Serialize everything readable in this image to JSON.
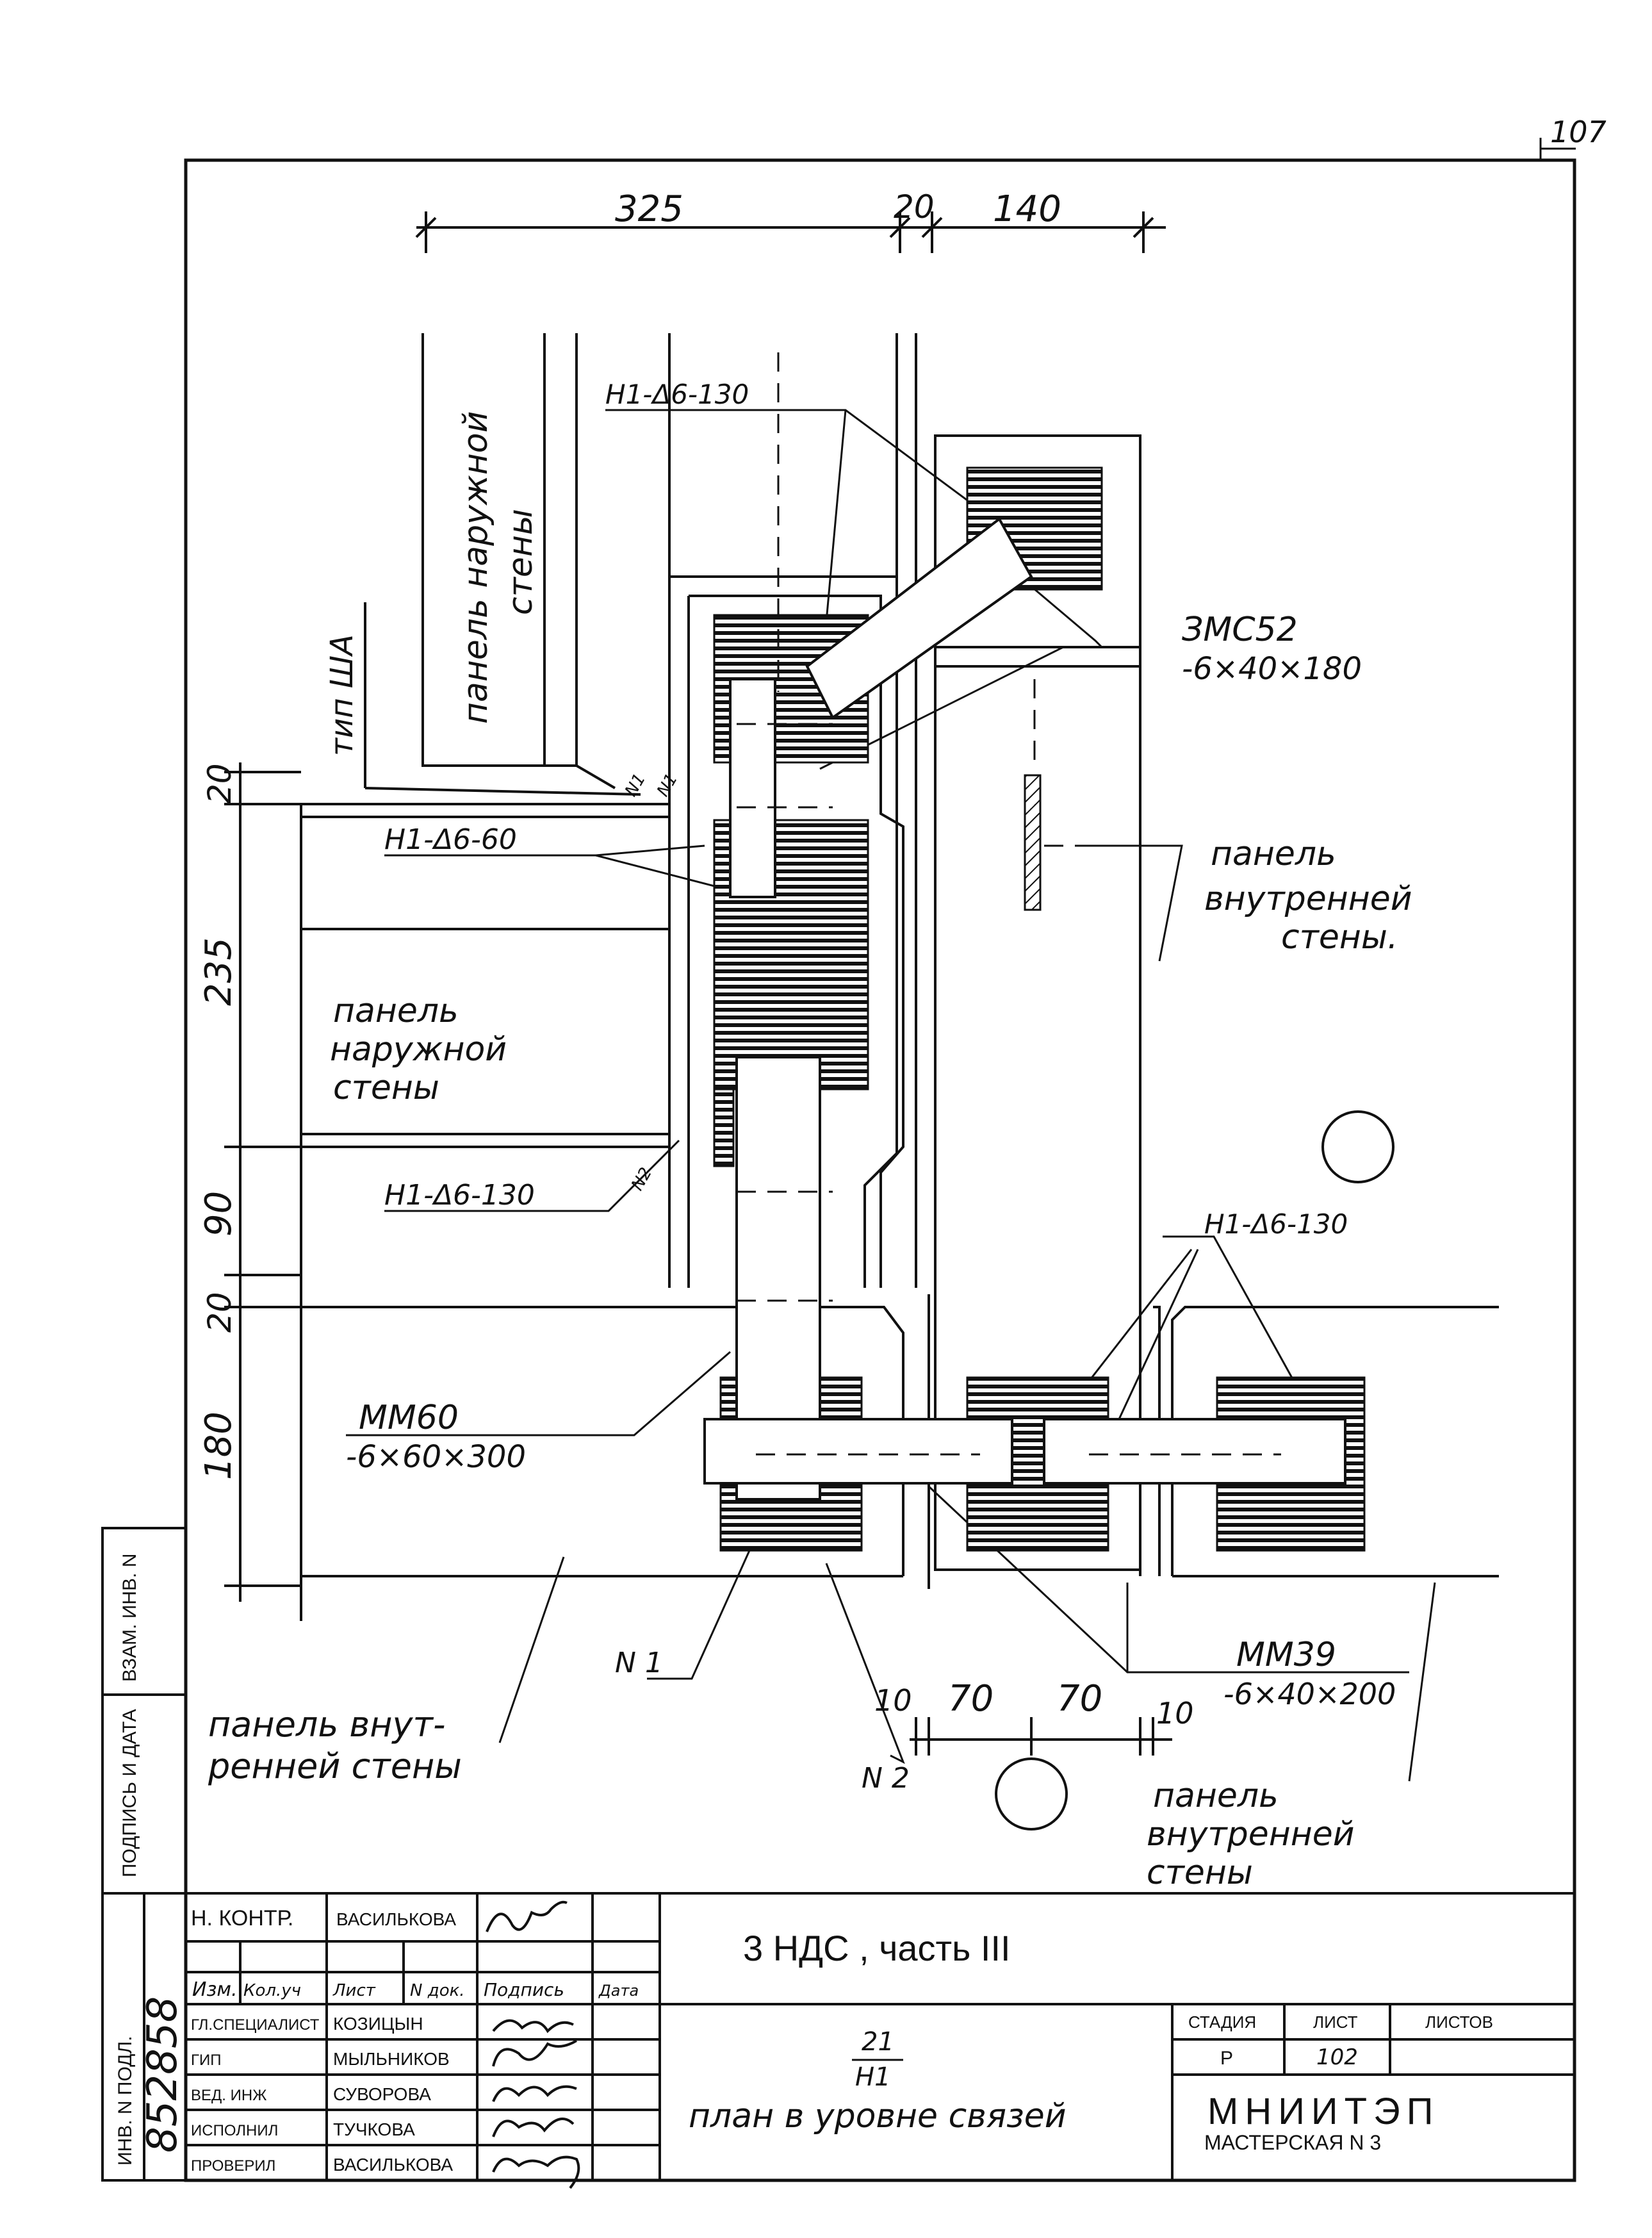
{
  "page_number": "107",
  "dimensions": {
    "top": [
      "325",
      "20",
      "140"
    ],
    "left": [
      "20",
      "235",
      "90",
      "20",
      "180"
    ],
    "bottom": [
      "10",
      "70",
      "70",
      "10"
    ]
  },
  "labels": {
    "type": "тип ША",
    "outer_panel_top": [
      "панель наружной",
      "стены"
    ],
    "outer_panel_mid": [
      "панель",
      "наружной",
      "стены"
    ],
    "inner_panel_right": [
      "панель",
      "внутренней",
      "стены."
    ],
    "inner_panel_bottom_left": [
      "панель внут-",
      "ренней стены"
    ],
    "inner_panel_bottom_right": [
      "панель",
      "внутренней",
      "стены"
    ],
    "weld_top": "Н1-Δ6-130",
    "weld_60": "Н1-Δ6-60",
    "weld_mid": "Н1-Δ6-130",
    "weld_right": "Н1-Δ6-130",
    "zmc": [
      "ЗМС52",
      "-6×40×180"
    ],
    "mm60": [
      "ММ60",
      "-6×60×300"
    ],
    "mm39": [
      "ММ39",
      "-6×40×200"
    ],
    "n1": "N 1",
    "n2": "N 2",
    "n1_small": "N1",
    "n1_small2": "N1",
    "n2_small": "N2"
  },
  "side_stamp": {
    "vzam": "ВЗАМ. ИНВ. N",
    "podpis": "ПОДПИСЬ И ДАТА",
    "inv": "ИНВ. N ПОДЛ.",
    "inv_number": "852858"
  },
  "title_block": {
    "n_kontr_label": "Н. КОНТР.",
    "n_kontr_name": "ВАСИЛЬКОВА",
    "header": [
      "Изм.",
      "Кол.уч",
      "Лист",
      "N док.",
      "Подпись",
      "Дата"
    ],
    "staff": [
      {
        "role": "ГЛ.СПЕЦИАЛИСТ",
        "name": "КОЗИЦЫН"
      },
      {
        "role": "ГИП",
        "name": "МЫЛЬНИКОВ"
      },
      {
        "role": "ВЕД. ИНЖ",
        "name": "СУВОРОВА"
      },
      {
        "role": "ИСПОЛНИЛ",
        "name": "ТУЧКОВА"
      },
      {
        "role": "ПРОВЕРИЛ",
        "name": "ВАСИЛЬКОВА"
      }
    ],
    "project": "3 НДС , часть III",
    "node_top": "21",
    "node_bottom": "Н1",
    "sheet_title": "план в уровне связей",
    "stage_label": "СТАДИЯ",
    "sheet_label": "ЛИСТ",
    "sheets_label": "ЛИСТОВ",
    "stage_value": "Р",
    "sheet_value": "102",
    "sheets_value": "",
    "org": "МНИИТЭП",
    "workshop": "МАСТЕРСКАЯ N 3"
  },
  "colors": {
    "ink": "#111111",
    "paper": "#ffffff"
  }
}
